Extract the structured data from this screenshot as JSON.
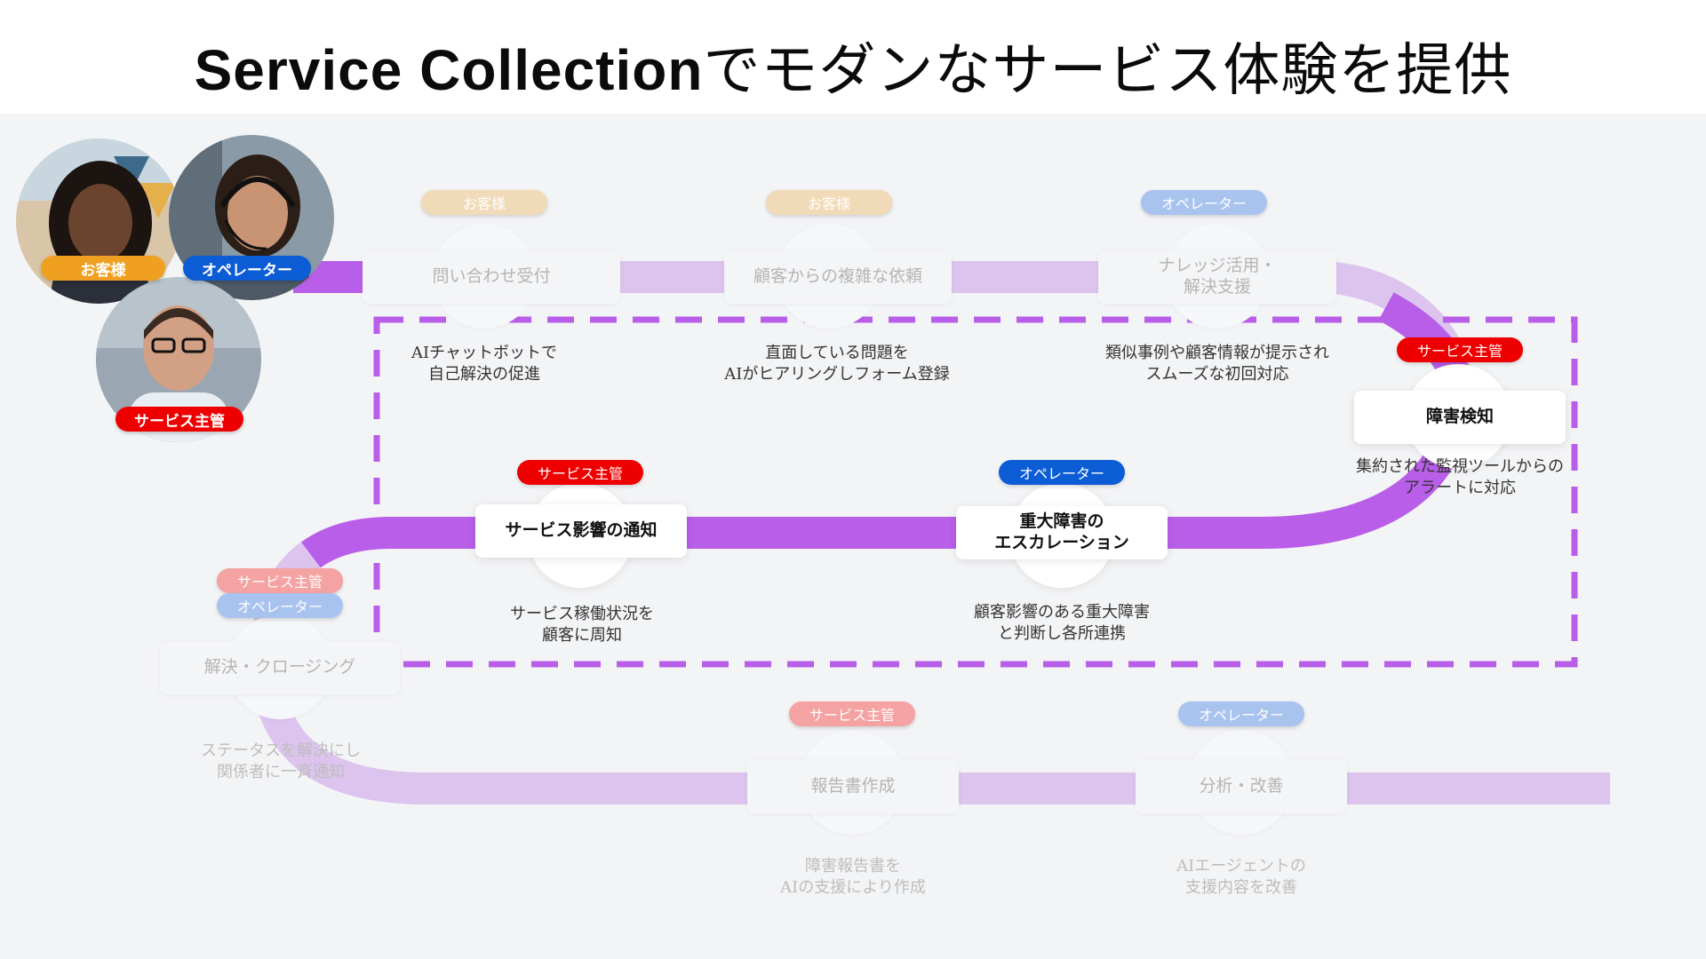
{
  "title": {
    "en": "Service Collection",
    "ja": "でモダンなサービス体験を提供"
  },
  "colors": {
    "accent_purple": "#b85ee8",
    "light_purple": "#dcc4ee",
    "service_red": "#ee0000",
    "operator_blue": "#0b5cd5",
    "customer_orange": "#f0a020"
  },
  "personas": [
    {
      "label": "お客様",
      "icon": "customer-avatar"
    },
    {
      "label": "オペレーター",
      "icon": "operator-avatar"
    },
    {
      "label": "サービス主管",
      "icon": "service-manager-avatar"
    }
  ],
  "steps": [
    {
      "badge": "お客様",
      "title": "問い合わせ受付",
      "desc1": "AIチャットボットで",
      "desc2": "自己解決の促進"
    },
    {
      "badge": "お客様",
      "title": "顧客からの複雑な依頼",
      "desc1": "直面している問題を",
      "desc2": "AIがヒアリングしフォーム登録"
    },
    {
      "badge": "オペレーター",
      "title1": "ナレッジ活用・",
      "title2": "解決支援",
      "desc1": "類似事例や顧客情報が提示され",
      "desc2": "スムーズな初回対応"
    },
    {
      "badge": "サービス主管",
      "title": "障害検知",
      "desc1": "集約された監視ツールからの",
      "desc2": "アラートに対応"
    },
    {
      "badge": "オペレーター",
      "title1": "重大障害の",
      "title2": "エスカレーション",
      "desc1": "顧客影響のある重大障害",
      "desc2": "と判断し各所連携"
    },
    {
      "badge": "サービス主管",
      "title": "サービス影響の通知",
      "desc1": "サービス稼働状況を",
      "desc2": "顧客に周知"
    },
    {
      "badge1": "サービス主管",
      "badge2": "オペレーター",
      "title": "解決・クロージング",
      "desc1": "ステータスを解決にし",
      "desc2": "関係者に一斉通知"
    },
    {
      "badge": "サービス主管",
      "title": "報告書作成",
      "desc1": "障害報告書を",
      "desc2": "AIの支援により作成"
    },
    {
      "badge": "オペレーター",
      "title": "分析・改善",
      "desc1": "AIエージェントの",
      "desc2": "支援内容を改善"
    }
  ]
}
